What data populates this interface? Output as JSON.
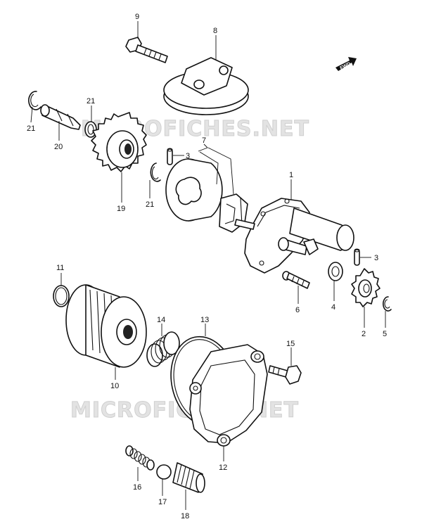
{
  "watermarks": [
    "MICROFICHES.NET",
    "MICROFICHES.NET"
  ],
  "fwd_label": "FWD",
  "callouts": [
    "9",
    "8",
    "21",
    "21",
    "20",
    "19",
    "21",
    "3",
    "7",
    "1",
    "3",
    "11",
    "14",
    "13",
    "10",
    "6",
    "4",
    "2",
    "5",
    "15",
    "12",
    "16",
    "17",
    "18"
  ],
  "colors": {
    "line": "#111111",
    "watermark": "#dddddd",
    "background": "#ffffff"
  }
}
